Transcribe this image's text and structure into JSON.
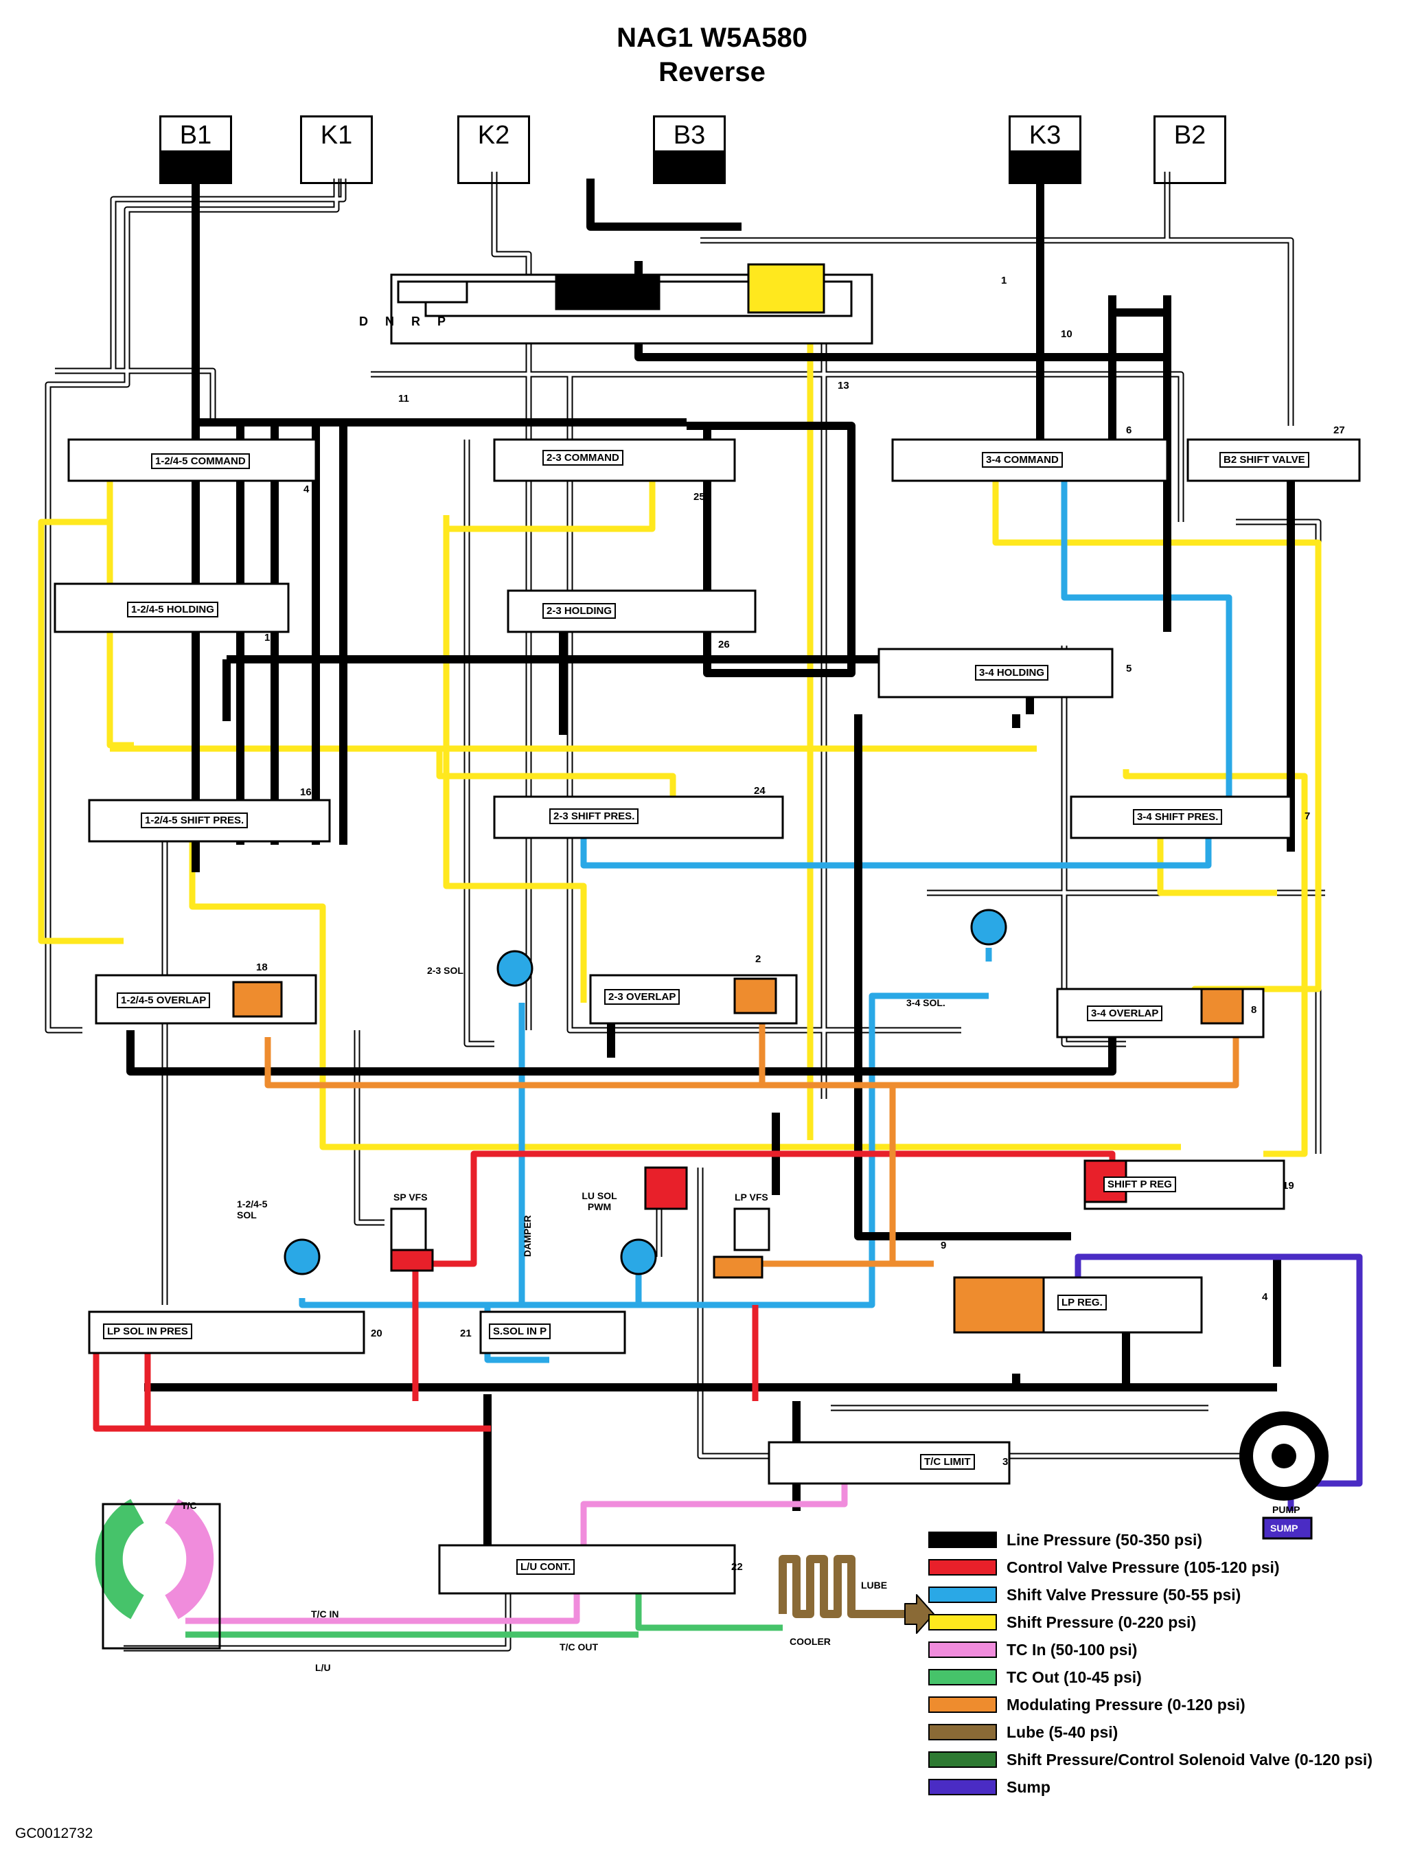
{
  "title": {
    "line1": "NAG1 W5A580",
    "line2": "Reverse"
  },
  "clutches": [
    {
      "label": "B1",
      "filled": true
    },
    {
      "label": "K1",
      "filled": false
    },
    {
      "label": "K2",
      "filled": false
    },
    {
      "label": "B3",
      "filled": true
    },
    {
      "label": "K3",
      "filled": true
    },
    {
      "label": "B2",
      "filled": false
    }
  ],
  "selector": {
    "positions": "D N R P"
  },
  "valves": {
    "cmd_1245": "1-2/4-5 COMMAND",
    "cmd_23": "2-3 COMMAND",
    "cmd_34": "3-4 COMMAND",
    "b2_shift": "B2 SHIFT VALVE",
    "hold_1245": "1-2/4-5 HOLDING",
    "hold_23": "2-3 HOLDING",
    "hold_34": "3-4 HOLDING",
    "sp_1245": "1-2/4-5 SHIFT PRES.",
    "sp_23": "2-3 SHIFT PRES.",
    "sp_34": "3-4 SHIFT PRES.",
    "ov_1245": "1-2/4-5 OVERLAP",
    "ov_23": "2-3 OVERLAP",
    "ov_34": "3-4 OVERLAP",
    "shift_p_reg": "SHIFT P REG",
    "lp_sol_in": "LP SOL IN PRES",
    "s_sol_in": "S.SOL IN P",
    "lp_reg": "LP REG.",
    "tc_limit": "T/C LIMIT",
    "lu_cont": "L/U CONT."
  },
  "labels": {
    "sol_23": "2-3 SOL",
    "sol_34": "3-4 SOL.",
    "sol_1245": "1-2/4-5 SOL",
    "sp_vfs": "SP VFS",
    "lu_sol_pwm": "LU SOL PWM",
    "lp_vfs": "LP VFS",
    "damper": "DAMPER",
    "pump": "PUMP",
    "sump": "SUMP",
    "tc": "T/C",
    "tc_in": "T/C IN",
    "tc_out": "T/C OUT",
    "lu": "L/U",
    "cooler": "COOLER",
    "lube": "LUBE"
  },
  "numbers": [
    "1",
    "2",
    "3",
    "4",
    "4",
    "5",
    "6",
    "7",
    "8",
    "9",
    "10",
    "11",
    "13",
    "15",
    "16",
    "18",
    "19",
    "20",
    "21",
    "22",
    "24",
    "25",
    "26",
    "27"
  ],
  "colors": {
    "line": "#000000",
    "control": "#e8202a",
    "shift_valve": "#2aa8e6",
    "shift": "#ffe81e",
    "tc_in": "#f08cdc",
    "tc_out": "#46c36a",
    "modulating": "#ee8c2e",
    "lube": "#8a6a36",
    "sp_cs_valve": "#2e7a32",
    "sump": "#4a2cc4"
  },
  "legend": [
    {
      "label": "Line Pressure (50-350 psi)",
      "color": "#000000"
    },
    {
      "label": "Control Valve Pressure (105-120 psi)",
      "color": "#e8202a"
    },
    {
      "label": "Shift Valve Pressure (50-55 psi)",
      "color": "#2aa8e6"
    },
    {
      "label": "Shift Pressure (0-220 psi)",
      "color": "#ffe81e"
    },
    {
      "label": "TC In (50-100 psi)",
      "color": "#f08cdc"
    },
    {
      "label": "TC Out (10-45 psi)",
      "color": "#46c36a"
    },
    {
      "label": "Modulating Pressure (0-120 psi)",
      "color": "#ee8c2e"
    },
    {
      "label": "Lube (5-40 psi)",
      "color": "#8a6a36"
    },
    {
      "label": "Shift Pressure/Control Solenoid Valve (0-120 psi)",
      "color": "#2e7a32"
    },
    {
      "label": "Sump",
      "color": "#4a2cc4"
    }
  ],
  "figure_code": "GC0012732"
}
